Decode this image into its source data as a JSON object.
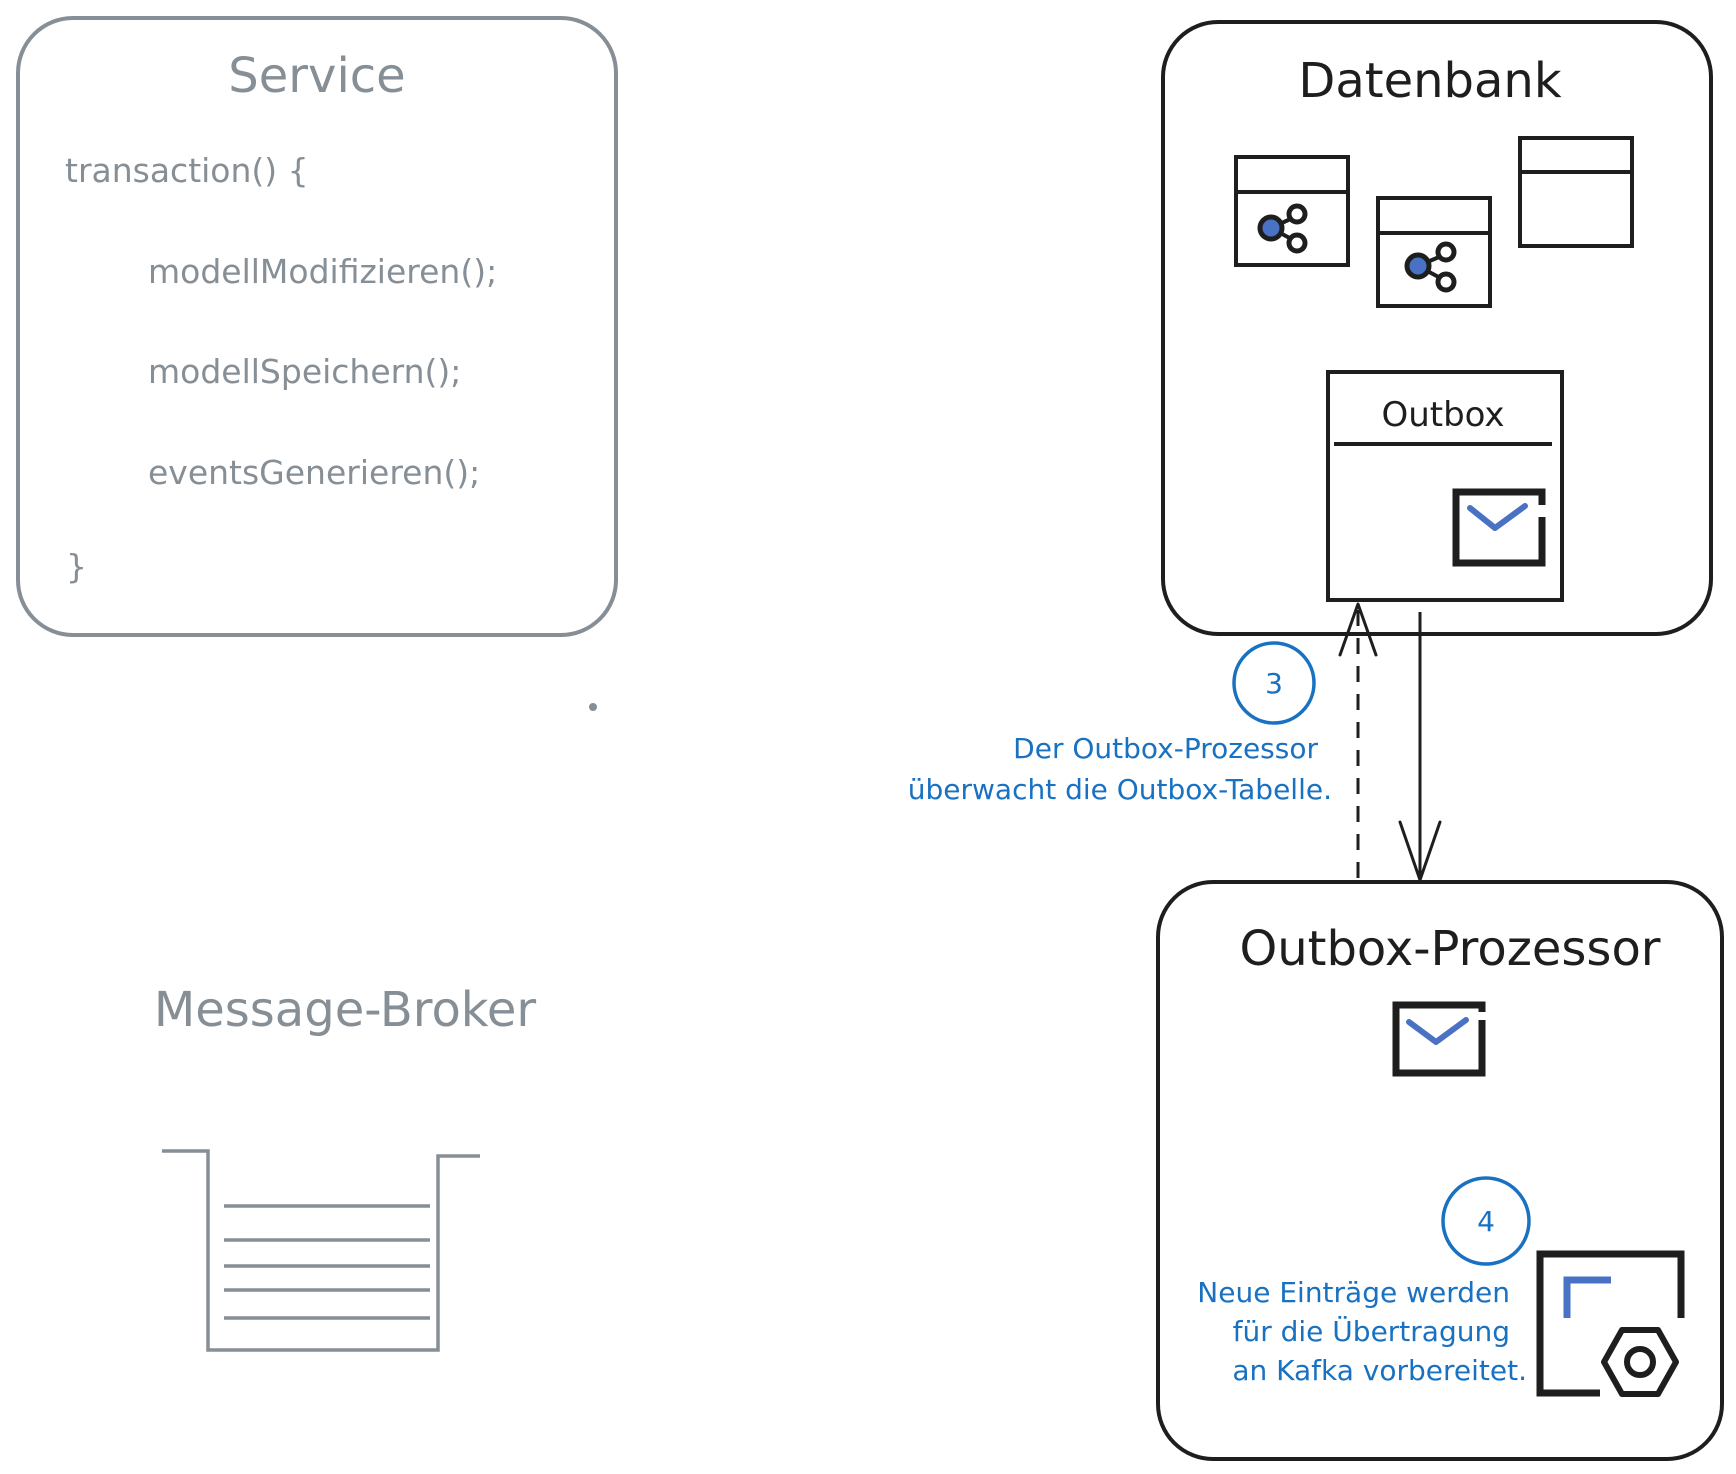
{
  "service": {
    "title": "Service",
    "code_lines": [
      "transaction() {",
      "modellModifizieren();",
      "modellSpeichern();",
      "eventsGenerieren();",
      "}"
    ]
  },
  "database": {
    "title": "Datenbank",
    "outbox_label": "Outbox"
  },
  "processor": {
    "title": "Outbox-Prozessor"
  },
  "broker": {
    "title": "Message-Broker"
  },
  "steps": [
    {
      "number": "3",
      "note_lines": [
        "Der Outbox-Prozessor",
        "überwacht die Outbox-Tabelle."
      ]
    },
    {
      "number": "4",
      "note_lines": [
        "Neue Einträge werden",
        "für die Übertragung",
        "an Kafka vorbereitet."
      ]
    }
  ],
  "colors": {
    "gray": "#868e96",
    "dark": "#1e1e1e",
    "blue": "#1971c2",
    "icon_blue": "#4a72c4"
  },
  "icons": [
    "share-icon",
    "mail-icon",
    "gear-icon",
    "queue-icon"
  ]
}
